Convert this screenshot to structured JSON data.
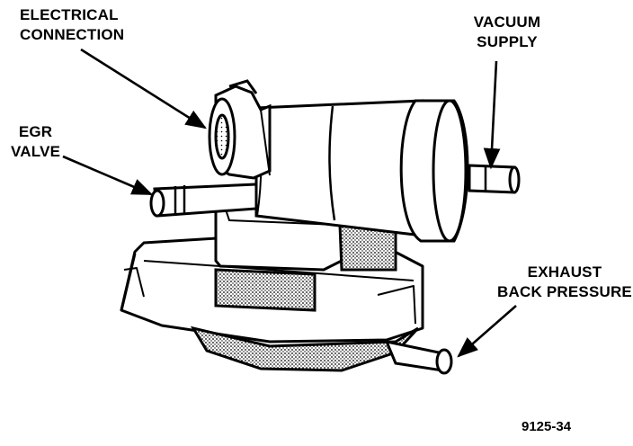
{
  "labels": {
    "electrical_connection": [
      "ELECTRICAL",
      "CONNECTION"
    ],
    "vacuum_supply": [
      "VACUUM",
      "SUPPLY"
    ],
    "egr_valve": [
      "EGR",
      "VALVE"
    ],
    "exhaust_back_pressure": [
      "EXHAUST",
      "BACK PRESSURE"
    ]
  },
  "figure_number": "9125-34",
  "colors": {
    "ink": "#000000",
    "paper": "#ffffff",
    "stipple": "#9a9a9a"
  }
}
